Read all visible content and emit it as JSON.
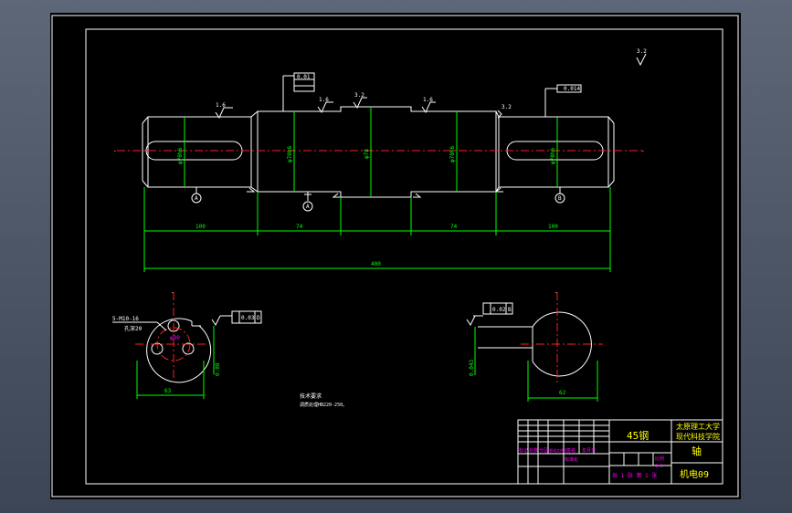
{
  "colors": {
    "paper": "#000000",
    "outline": "#ffffff",
    "dimension": "#00ff00",
    "centerline": "#ff2020",
    "title_block": "#ff00ff",
    "title_text": "#ffff00"
  },
  "main_view": {
    "dim_segments": [
      "100",
      "74",
      "74",
      "100"
    ],
    "dim_overall": "400",
    "dia_labels": [
      "φ70h6",
      "φ70k6",
      "φ78",
      "φ70k6",
      "φ70h6"
    ],
    "roughness": [
      "1.6",
      "1.6",
      "3.2",
      "1.6",
      "3.2"
    ],
    "corner_roughness": "3.2",
    "section_marks": [
      "A",
      "A",
      "B"
    ],
    "tolerance_left": "0.01",
    "tolerance_right": "0.014"
  },
  "section_left": {
    "label": "5-M10-16",
    "sub_label": "孔深20",
    "width_dim": "63",
    "side_dim": "0.08",
    "tolerance": "0.03",
    "datum": "D"
  },
  "section_right": {
    "width_dim": "62",
    "side_dim": "0.043",
    "tolerance": "0.02",
    "datum": "B"
  },
  "notes": {
    "title": "技术要求",
    "line1": "调质处理HB220-250。"
  },
  "title_block": {
    "material": "45钢",
    "school_line1": "太原理工大学",
    "school_line2": "现代科技学院",
    "part_name": "轴",
    "drawing_no": "机电09",
    "scale_header": "比例",
    "scale_value": "1:1",
    "sheet_text": "共 1 张 第 1 张",
    "std_text": "标准化",
    "row_labels": [
      "标记",
      "处数",
      "分区",
      "更改文件号",
      "签名",
      "年月日"
    ]
  }
}
